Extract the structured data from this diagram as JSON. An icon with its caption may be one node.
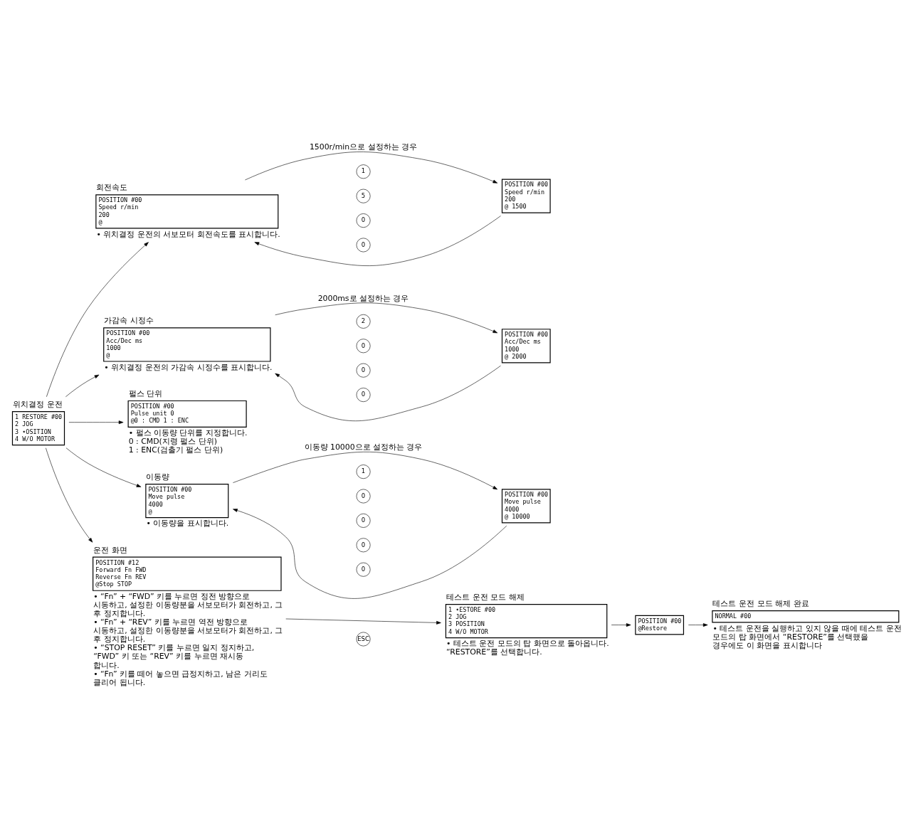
{
  "diagram": {
    "nodes": [
      {
        "text": [
          "위치결정 운전",
          "1 RESTORE #00",
          "2 JOG",
          "3 ➧OSITION",
          "4 W/O MOTOR"
        ]
      },
      {
        "text": [
          "회전속도",
          "POSITION #00",
          "Speed r/min",
          "200",
          "@"
        ],
        "beside": [
          "• 위치결정 운전의 서보모터 회전속도를 표시합니다."
        ]
      },
      {
        "text": [
          "POSITION #00",
          "Speed r/min",
          "200",
          "@ 1500"
        ]
      },
      {
        "text": [
          "가감속 시정수",
          "POSITION #00",
          "Acc/Dec ms",
          "1000",
          "@"
        ],
        "beside": [
          "• 위치결정 운전의 가감속 시정수를 표시합니다."
        ]
      },
      {
        "text": [
          "POSITION #00",
          "Acc/Dec ms",
          "1000",
          "@ 2000"
        ]
      },
      {
        "text": [
          "펄스 단위",
          "POSITION #00",
          "Pulse unit 0",
          "@0 : CMD 1 : ENC"
        ],
        "beside": [
          "• 펄스 이동량 단위를 지정합니다.",
          "0 : CMD(지령 펄스 단위)",
          "1 : ENC(검출기 펄스 단위)"
        ]
      },
      {
        "text": [
          "이동량",
          "POSITION #00",
          "Move pulse",
          "4000",
          "@"
        ],
        "beside": [
          "• 이동량을 표시합니다."
        ]
      },
      {
        "text": [
          "POSITION #00",
          "Move pulse",
          "4000",
          "@ 10000"
        ]
      },
      {
        "text": [
          "운전 화면",
          "POSITION #12",
          "Forward Fn FWD",
          "Reverse Fn REV",
          "@Stop STOP"
        ],
        "beside": [
          "• “Fn” + “FWD” 키를 누르면 정전 방향으로 시동하고, 설정한 이동량분을 서보모터가 회전하고, 그 후 정지합니다.",
          "• “Fn” + “REV” 키를 누르면 역전 방향으로 시동하고, 설정한 이동량분을 서보모터가 회전하고, 그 후 정지합니다.",
          "• “STOP RESET” 키를 누르면 일지 정지하고, “FWD” 키 또는 “REV” 키를 누르면 재시동 합니다.",
          "• “Fn” 키를 떼어 놓으면 급정지하고, 남은 거리도 클리어 됩니다."
        ]
      },
      {
        "text": [
          "테스트 운전 모드 해제",
          "1 ➧ESTORE #00",
          "2 JOG",
          "3 POSITION",
          "4 W/O MOTOR"
        ],
        "beside": [
          "• 테스트 운전 모드의 탑 화면으로 돌아옵니다.",
          "“RESTORE”를 선택합니다."
        ]
      },
      {
        "text": [
          "POSITION #00",
          "@Restore"
        ]
      },
      {
        "text": [
          "테스트 운전 모드 해제 완료",
          "NORMAL #00"
        ],
        "beside": [
          "• 테스트 운전을 실행하고 있지 않을 때에 테스트 운전 모드의 탑 화면에서 “RESTORE”를 선택했을 경우에도 이 화면을 표시합니다"
        ]
      }
    ],
    "edges": [
      {
        "from": 0,
        "to": 1,
        "arrow": "to"
      },
      {
        "from": 1,
        "to": 2,
        "arrow": "to",
        "label": "1500r/min으로 설정하는 경우"
      },
      {
        "from": 2,
        "to": 1,
        "arrow": "to"
      },
      {
        "from": 0,
        "to": 3,
        "arrow": "to"
      },
      {
        "from": 3,
        "to": 4,
        "arrow": "to",
        "label": "2000ms로 설정하는 경우"
      },
      {
        "from": 4,
        "to": 3,
        "arrow": "to"
      },
      {
        "from": 0,
        "to": 5,
        "arrow": "to"
      },
      {
        "from": 0,
        "to": 6,
        "arrow": "to"
      },
      {
        "from": 6,
        "to": 7,
        "arrow": "to",
        "label": "이동량 10000으로 설정하는 경우"
      },
      {
        "from": 7,
        "to": 6,
        "arrow": "to"
      },
      {
        "from": 0,
        "to": 8,
        "arrow": "to"
      },
      {
        "from": 8,
        "to": 9,
        "arrow": "to"
      },
      {
        "from": 9,
        "to": 10,
        "arrow": "to"
      },
      {
        "from": 10,
        "to": 11,
        "arrow": "to"
      }
    ],
    "labels": [
      "1",
      "5",
      "0",
      "0",
      "2",
      "0",
      "0",
      "0",
      "1",
      "0",
      "0",
      "0",
      "0",
      "ESC"
    ]
  }
}
